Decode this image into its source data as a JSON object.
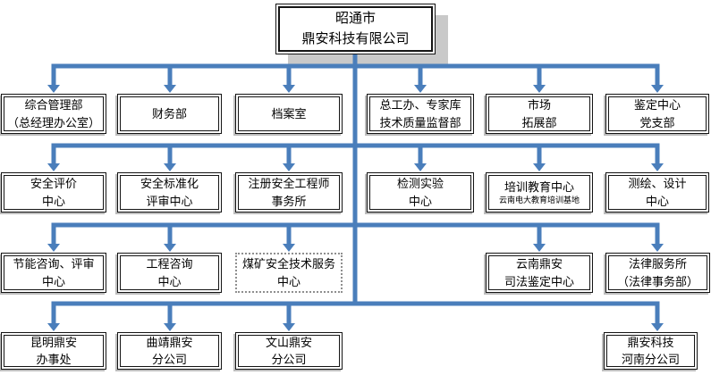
{
  "colors": {
    "connector": "#4a7ebb",
    "boxshadow": "#bdbdbd",
    "rootshadow": "#c9c9c9",
    "dashedborder": "#8f8f8f"
  },
  "nodes": {
    "root": {
      "line1": "昭通市",
      "line2": "鼎安科技有限公司"
    },
    "r1c1": {
      "line1": "综合管理部",
      "line2": "（总经理办公室）"
    },
    "r1c2": {
      "line1": "财务部"
    },
    "r1c3": {
      "line1": "档案室"
    },
    "r1c4": {
      "line1": "总工办、专家库",
      "line2": "技术质量监督部"
    },
    "r1c5": {
      "line1": "市场",
      "line2": "拓展部"
    },
    "r1c6": {
      "line1": "鉴定中心",
      "line2": "党支部"
    },
    "r2c1": {
      "line1": "安全评价",
      "line2": "中心"
    },
    "r2c2": {
      "line1": "安全标准化",
      "line2": "评审中心"
    },
    "r2c3": {
      "line1": "注册安全工程师",
      "line2": "事务所"
    },
    "r2c4": {
      "line1": "检测实验",
      "line2": "中心"
    },
    "r2c5": {
      "line1": "培训教育中心",
      "line2": "云南电大教育培训基地"
    },
    "r2c6": {
      "line1": "测绘、设计",
      "line2": "中心"
    },
    "r3c1": {
      "line1": "节能咨询、评审",
      "line2": "中心"
    },
    "r3c2": {
      "line1": "工程咨询",
      "line2": "中心"
    },
    "r3c3": {
      "line1": "煤矿安全技术服务",
      "line2": "中心"
    },
    "r3c5": {
      "line1": "云南鼎安",
      "line2": "司法鉴定中心"
    },
    "r3c6": {
      "line1": "法律服务所",
      "line2": "（法律事务部）"
    },
    "r4c1": {
      "line1": "昆明鼎安",
      "line2": "办事处"
    },
    "r4c2": {
      "line1": "曲靖鼎安",
      "line2": "分公司"
    },
    "r4c3": {
      "line1": "文山鼎安",
      "line2": "分公司"
    },
    "r4c6": {
      "line1": "鼎安科技",
      "line2": "河南分公司"
    }
  }
}
